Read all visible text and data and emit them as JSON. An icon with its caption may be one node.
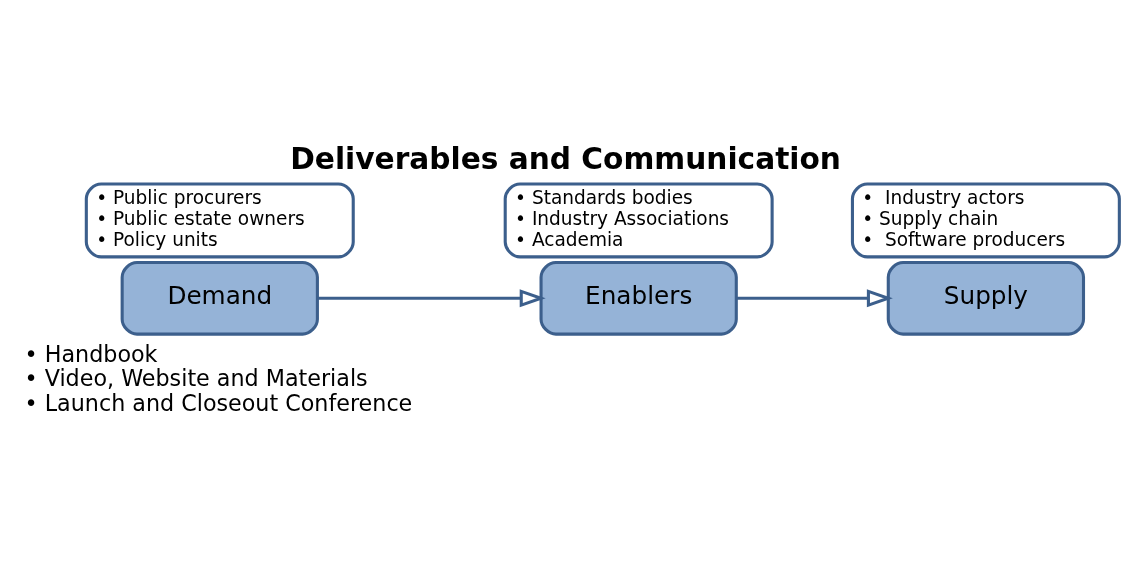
{
  "diagram": {
    "title": "Deliverables and Communication",
    "nodes": [
      {
        "text": [
          "Demand"
        ]
      },
      {
        "text": [
          "• Public procurers",
          "• Public estate owners",
          "• Policy units"
        ]
      },
      {
        "text": [
          "Enablers"
        ]
      },
      {
        "text": [
          "• Standards bodies",
          "• Industry Associations",
          "• Academia"
        ]
      },
      {
        "text": [
          "Supply"
        ]
      },
      {
        "text": [
          "•  Industry actors",
          "• Supply chain",
          "•  Software producers"
        ]
      }
    ],
    "edges": [
      {
        "from": 0,
        "to": 2,
        "arrow": "to"
      },
      {
        "from": 2,
        "to": 4,
        "arrow": "to"
      }
    ],
    "labels": [
      "• Handbook",
      "• Video, Website and Materials",
      "• Launch and Closeout Conference"
    ]
  }
}
